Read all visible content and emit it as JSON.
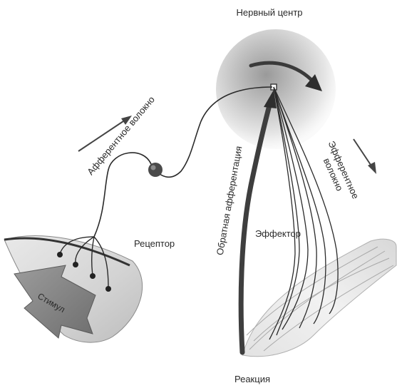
{
  "labels": {
    "nerve_center": "Нервный центр",
    "afferent_fiber": "Афферентное волокно",
    "efferent_fiber_line1": "Эфферентное",
    "efferent_fiber_line2": "волокно",
    "receptor": "Рецептор",
    "feedback_afferentation": "Обратная афферентация",
    "effector": "Эффектор",
    "stimulus": "Стимул",
    "reaction": "Реакция"
  }
}
